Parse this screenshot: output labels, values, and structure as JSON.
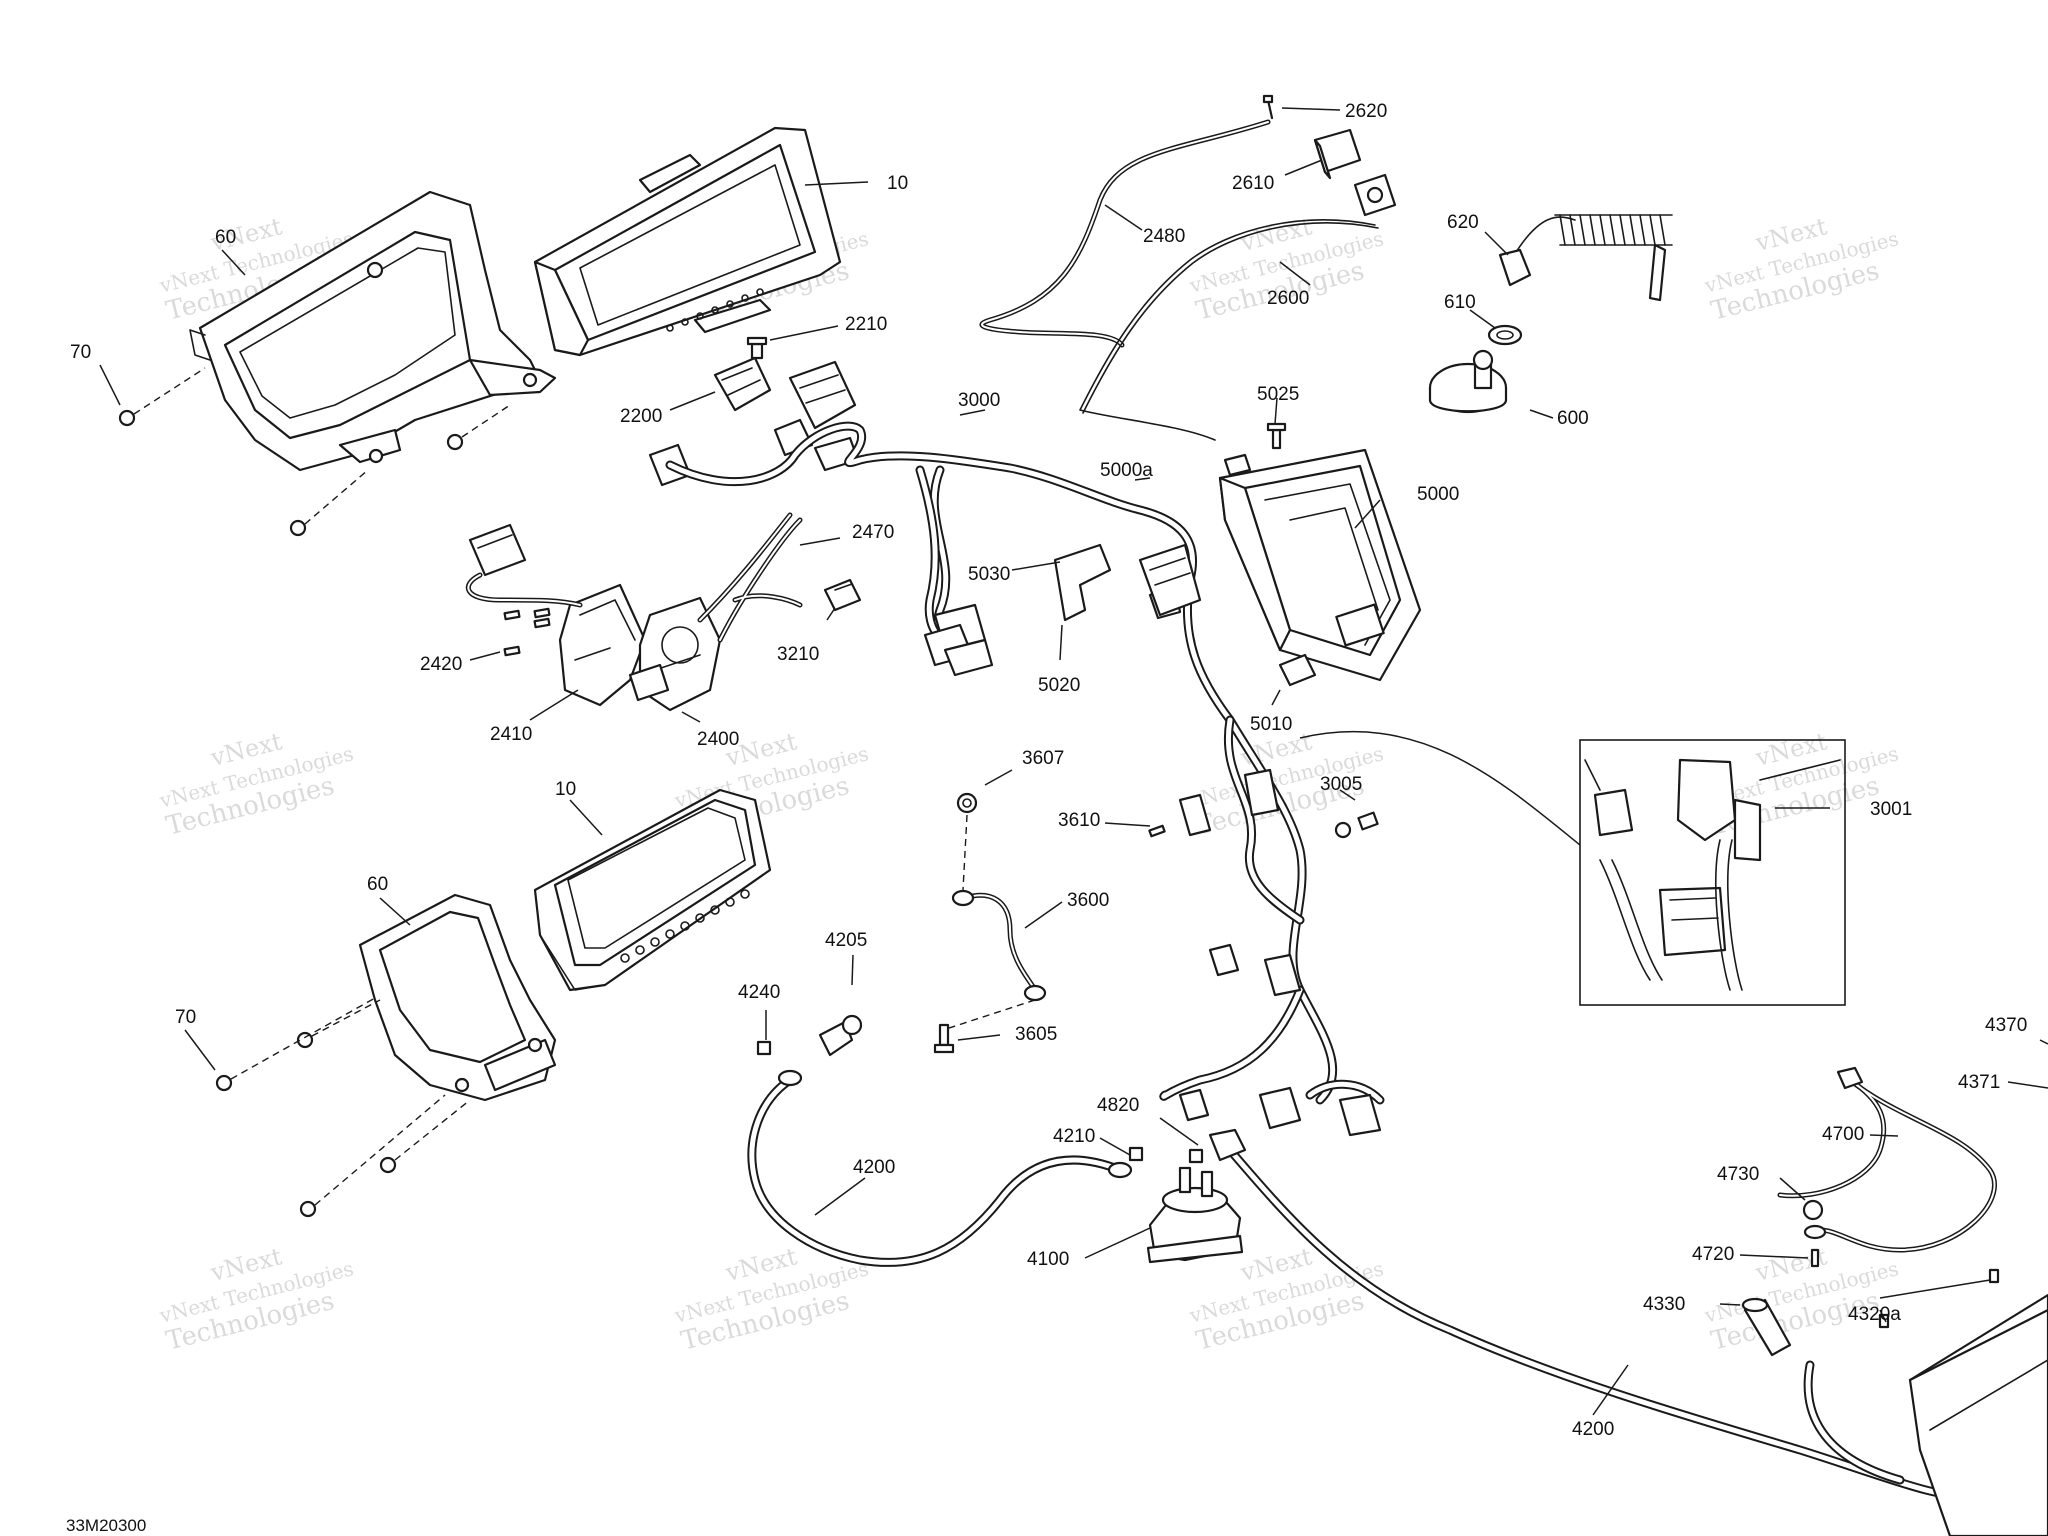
{
  "diagram": {
    "code": "33M20300",
    "watermark_line1": "vNext",
    "watermark_line2": "vNext Technologies",
    "watermark_line3": "Technologies",
    "parts": [
      {
        "id": "p-10-a",
        "label": "10"
      },
      {
        "id": "p-60-a",
        "label": "60"
      },
      {
        "id": "p-70-a",
        "label": "70"
      },
      {
        "id": "p-2620",
        "label": "2620"
      },
      {
        "id": "p-2610",
        "label": "2610"
      },
      {
        "id": "p-2480",
        "label": "2480"
      },
      {
        "id": "p-2600",
        "label": "2600"
      },
      {
        "id": "p-620",
        "label": "620"
      },
      {
        "id": "p-610",
        "label": "610"
      },
      {
        "id": "p-600",
        "label": "600"
      },
      {
        "id": "p-2210",
        "label": "2210"
      },
      {
        "id": "p-2200",
        "label": "2200"
      },
      {
        "id": "p-3000",
        "label": "3000"
      },
      {
        "id": "p-5025",
        "label": "5025"
      },
      {
        "id": "p-5000a",
        "label": "5000a"
      },
      {
        "id": "p-5000",
        "label": "5000"
      },
      {
        "id": "p-2470",
        "label": "2470"
      },
      {
        "id": "p-5030",
        "label": "5030"
      },
      {
        "id": "p-3210",
        "label": "3210"
      },
      {
        "id": "p-5020",
        "label": "5020"
      },
      {
        "id": "p-2420",
        "label": "2420"
      },
      {
        "id": "p-2410",
        "label": "2410"
      },
      {
        "id": "p-2400",
        "label": "2400"
      },
      {
        "id": "p-5010",
        "label": "5010"
      },
      {
        "id": "p-10-b",
        "label": "10"
      },
      {
        "id": "p-3607",
        "label": "3607"
      },
      {
        "id": "p-3005",
        "label": "3005"
      },
      {
        "id": "p-3001",
        "label": "3001"
      },
      {
        "id": "p-3610",
        "label": "3610"
      },
      {
        "id": "p-60-b",
        "label": "60"
      },
      {
        "id": "p-3600",
        "label": "3600"
      },
      {
        "id": "p-4205",
        "label": "4205"
      },
      {
        "id": "p-4240",
        "label": "4240"
      },
      {
        "id": "p-70-b",
        "label": "70"
      },
      {
        "id": "p-3605",
        "label": "3605"
      },
      {
        "id": "p-4370",
        "label": "4370"
      },
      {
        "id": "p-4371",
        "label": "4371"
      },
      {
        "id": "p-4820",
        "label": "4820"
      },
      {
        "id": "p-4210",
        "label": "4210"
      },
      {
        "id": "p-4700",
        "label": "4700"
      },
      {
        "id": "p-4200-a",
        "label": "4200"
      },
      {
        "id": "p-4730",
        "label": "4730"
      },
      {
        "id": "p-4100",
        "label": "4100"
      },
      {
        "id": "p-4720",
        "label": "4720"
      },
      {
        "id": "p-4330",
        "label": "4330"
      },
      {
        "id": "p-4320a",
        "label": "4320a"
      },
      {
        "id": "p-4200-b",
        "label": "4200"
      }
    ]
  }
}
